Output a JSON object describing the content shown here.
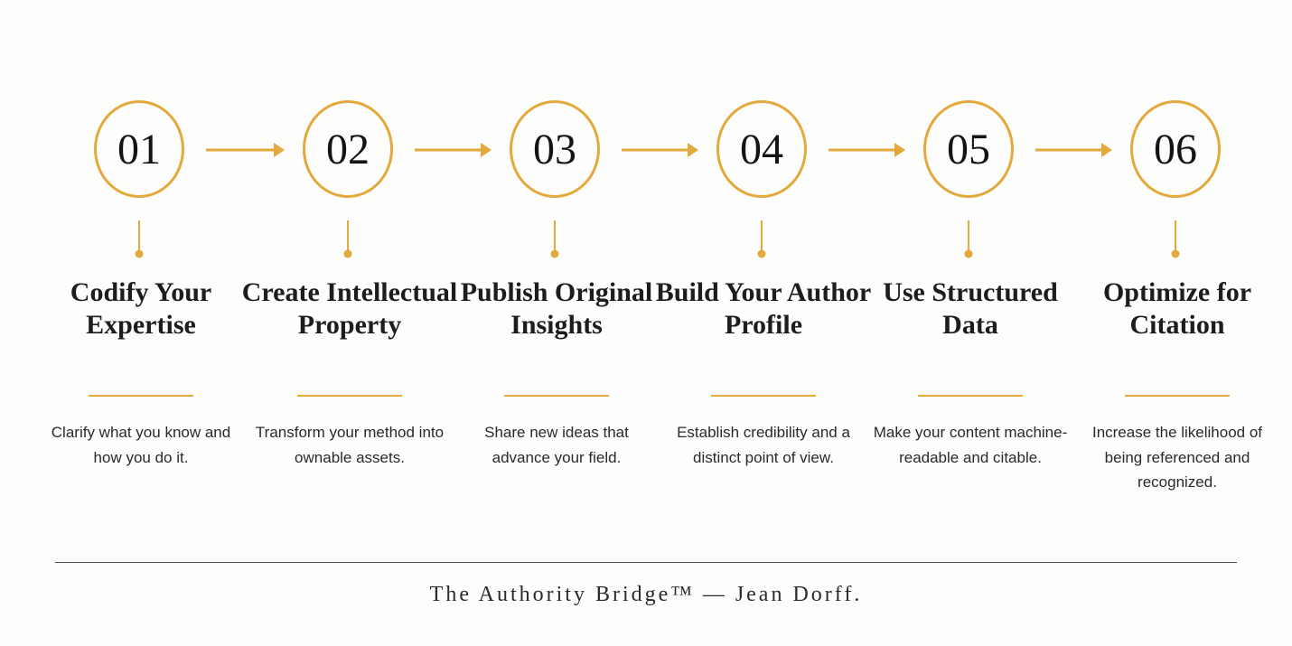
{
  "accent_color": "#e3a93c",
  "steps": [
    {
      "number": "01",
      "title": "Codify Your Expertise",
      "description": "Clarify what you know and how you do it."
    },
    {
      "number": "02",
      "title": "Create Intellectual Property",
      "description": "Transform your method into ownable assets."
    },
    {
      "number": "03",
      "title": "Publish Original Insights",
      "description": "Share new ideas that advance your field."
    },
    {
      "number": "04",
      "title": "Build Your Author Profile",
      "description": "Establish credibility and a distinct point of view."
    },
    {
      "number": "05",
      "title": "Use Structured Data",
      "description": "Make your content machine-readable and citable."
    },
    {
      "number": "06",
      "title": "Optimize for Citation",
      "description": "Increase the likelihood of being referenced and recognized."
    }
  ],
  "footer": {
    "text": "The Authority Bridge™ — Jean Dorff."
  }
}
